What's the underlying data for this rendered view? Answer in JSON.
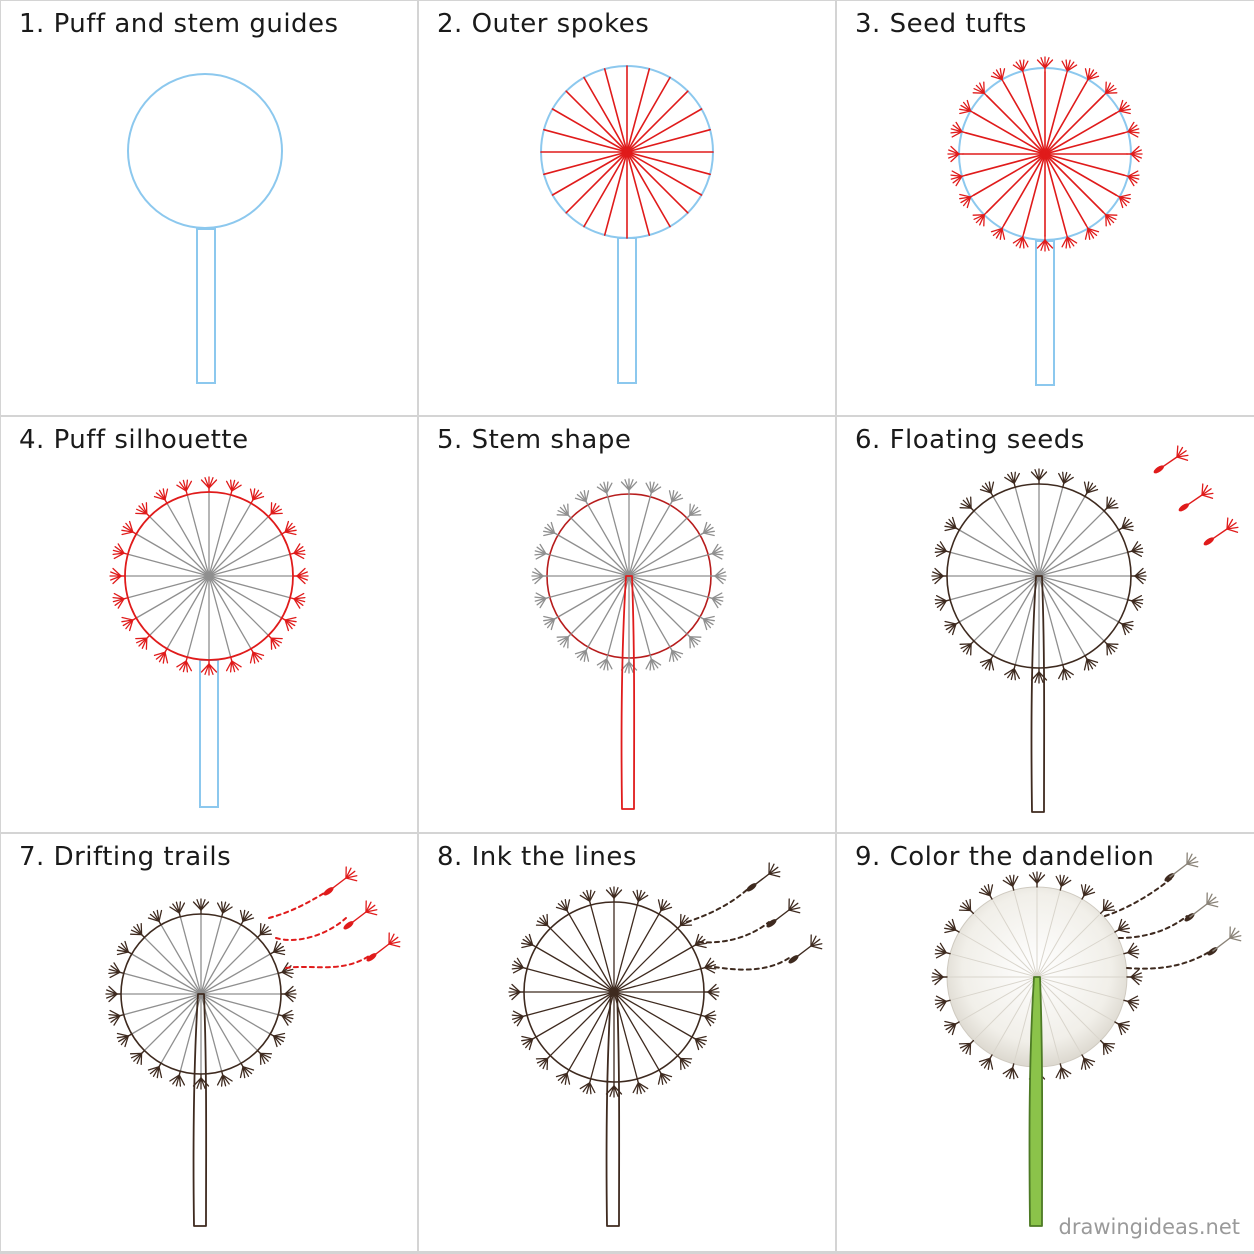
{
  "steps": [
    {
      "title": "1. Puff and stem guides"
    },
    {
      "title": "2. Outer spokes"
    },
    {
      "title": "3. Seed tufts"
    },
    {
      "title": "4. Puff silhouette"
    },
    {
      "title": "5. Stem shape"
    },
    {
      "title": "6. Floating seeds"
    },
    {
      "title": "7. Drifting trails"
    },
    {
      "title": "8. Ink the lines"
    },
    {
      "title": "9. Color the dandelion"
    }
  ],
  "watermark": "drawingideas.net",
  "colors": {
    "guide": "#8cc8ee",
    "new_lines": "#e01b1b",
    "pencil": "#8f8f8f",
    "ink": "#3e2a1f",
    "stem_fill": "#8bc34a",
    "puff_fill": "#f1efe9",
    "panel_border": "#d4d4d4"
  }
}
